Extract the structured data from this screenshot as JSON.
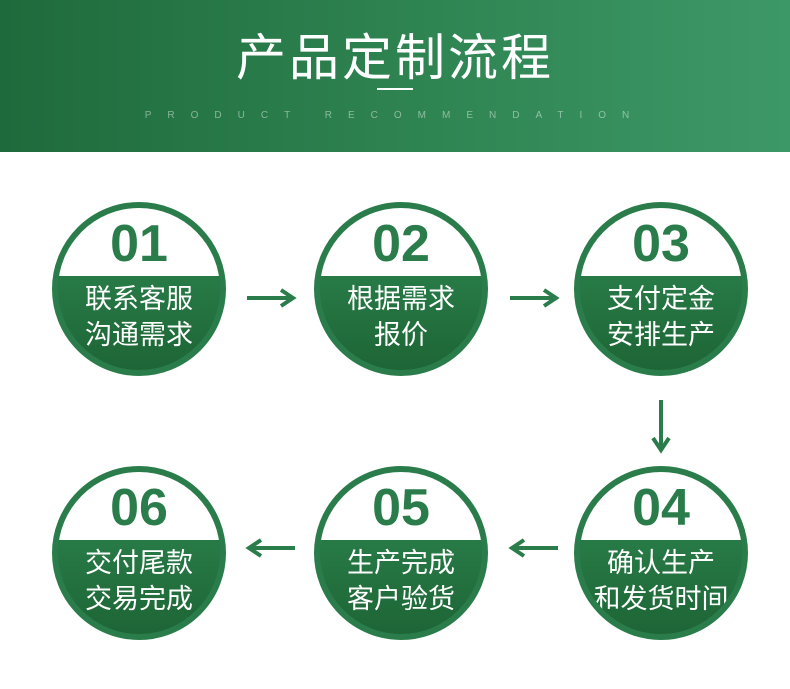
{
  "header": {
    "title": "产品定制流程",
    "subtitle": "PRODUCT RECOMMENDATION"
  },
  "colors": {
    "primary": "#2a7d4a",
    "banner_start": "#1f6a3c",
    "banner_end": "#3d9868"
  },
  "steps": [
    {
      "number": "01",
      "line1": "联系客服",
      "line2": "沟通需求"
    },
    {
      "number": "02",
      "line1": "根据需求",
      "line2": "报价"
    },
    {
      "number": "03",
      "line1": "支付定金",
      "line2": "安排生产"
    },
    {
      "number": "04",
      "line1": "确认生产",
      "line2": "和发货时间"
    },
    {
      "number": "05",
      "line1": "生产完成",
      "line2": "客户验货"
    },
    {
      "number": "06",
      "line1": "交付尾款",
      "line2": "交易完成"
    }
  ],
  "icons": {
    "arrow_1_2": "arrow-right-icon",
    "arrow_2_3": "arrow-right-icon",
    "arrow_3_4": "arrow-down-icon",
    "arrow_4_5": "arrow-left-icon",
    "arrow_5_6": "arrow-left-icon"
  }
}
